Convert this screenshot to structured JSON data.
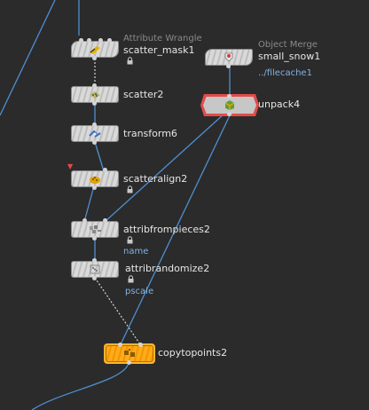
{
  "nodes": {
    "scatter_mask": {
      "type_label": "Attribute Wrangle",
      "label": "scatter_mask1"
    },
    "scatter2": {
      "label": "scatter2"
    },
    "transform6": {
      "label": "transform6"
    },
    "scatteralign2": {
      "label": "scatteralign2"
    },
    "attribfrompieces2": {
      "label": "attribfrompieces2",
      "param": "name"
    },
    "attribrandomize2": {
      "label": "attribrandomize2",
      "param": "pscale"
    },
    "copytopoints2": {
      "label": "copytopoints2"
    },
    "small_snow": {
      "type_label": "Object Merge",
      "label": "small_snow1",
      "param": "../filecache1"
    },
    "unpack4": {
      "label": "unpack4"
    }
  },
  "colors": {
    "background": "#2b2b2b",
    "wire": "#4f8fd0",
    "node": "#d9d9d9",
    "copy_node": "#ffab1a",
    "display_flag": "#e34b4b",
    "param_text": "#7fb4e6"
  },
  "icons": {
    "scatter_mask": "wrangle-icon",
    "scatter2": "scatter-icon",
    "transform6": "transform-icon",
    "scatteralign2": "scatter-align-icon",
    "attribfrompieces2": "attrib-from-pieces-icon",
    "attribrandomize2": "attrib-randomize-icon",
    "copytopoints2": "copy-to-points-icon",
    "small_snow": "object-merge-icon",
    "unpack4": "unpack-icon",
    "lock": "lock-icon"
  }
}
